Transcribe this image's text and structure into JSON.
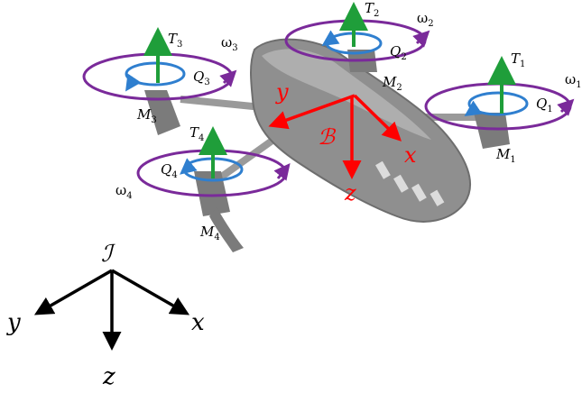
{
  "colors": {
    "thrust": "#1f9e3a",
    "torque": "#2f7fcf",
    "rotation": "#7a2a9a",
    "body_frame": "#ff0000",
    "inertial_frame": "#000000",
    "drone": "#8a8a8a"
  },
  "rotors": [
    {
      "thrust": "T",
      "thrust_sub": "1",
      "torque": "Q",
      "torque_sub": "1",
      "omega": "ω",
      "omega_sub": "1",
      "motor": "M",
      "motor_sub": "1"
    },
    {
      "thrust": "T",
      "thrust_sub": "2",
      "torque": "Q",
      "torque_sub": "2",
      "omega": "ω",
      "omega_sub": "2",
      "motor": "M",
      "motor_sub": "2"
    },
    {
      "thrust": "T",
      "thrust_sub": "3",
      "torque": "Q",
      "torque_sub": "3",
      "omega": "ω",
      "omega_sub": "3",
      "motor": "M",
      "motor_sub": "3"
    },
    {
      "thrust": "T",
      "thrust_sub": "4",
      "torque": "Q",
      "torque_sub": "4",
      "omega": "ω",
      "omega_sub": "4",
      "motor": "M",
      "motor_sub": "4"
    }
  ],
  "body_frame": {
    "name": "ℬ",
    "x": "x",
    "y": "y",
    "z": "z"
  },
  "inertial_frame": {
    "name": "ℐ",
    "x": "x",
    "y": "y",
    "z": "z"
  }
}
